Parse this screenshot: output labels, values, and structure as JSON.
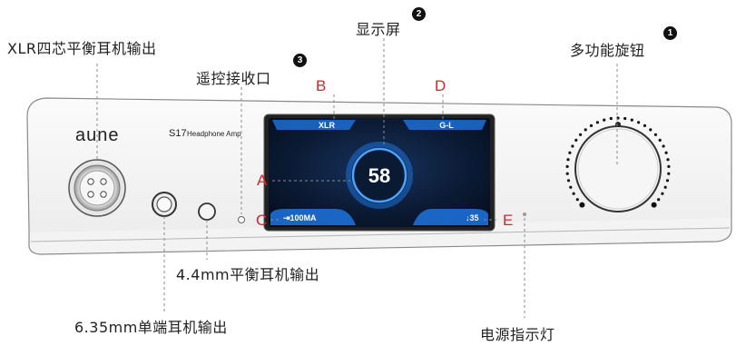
{
  "labels": {
    "xlr_output": "XLR四芯平衡耳机输出",
    "ir_receiver": "遥控接收口",
    "display": "显示屏",
    "knob": "多功能旋钮",
    "out_44": "4.4mm平衡耳机输出",
    "out_635": "6.35mm单端耳机输出",
    "power_led": "电源指示灯"
  },
  "callout_numbers": {
    "knob": "1",
    "display": "2",
    "ir": "3"
  },
  "letters": {
    "a": "A",
    "b": "B",
    "c": "C",
    "d": "D",
    "e": "E"
  },
  "device": {
    "brand": "aune",
    "model": "S17",
    "subtitle": "Headphone Amp"
  },
  "screen": {
    "source": "XLR",
    "gain": "G-L",
    "volume": "58",
    "current": "100MA",
    "level": "35"
  },
  "colors": {
    "accent_red": "#d6262c",
    "screen_blue": "#1d6fd6"
  }
}
